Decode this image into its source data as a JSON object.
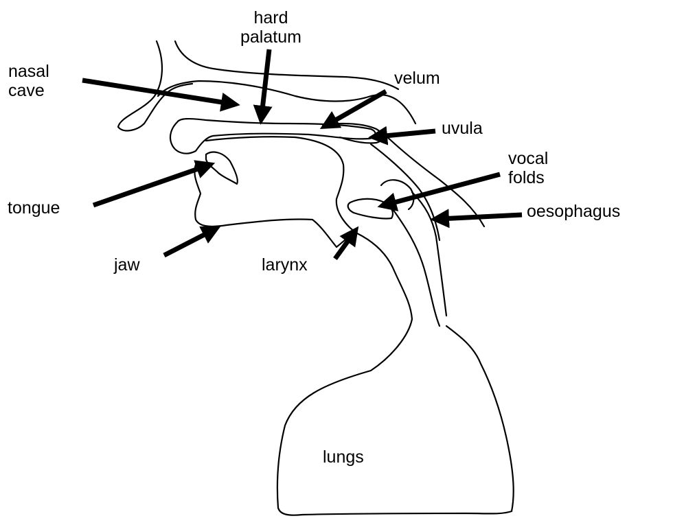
{
  "labels": {
    "hard_palatum": [
      "hard",
      "palatum"
    ],
    "nasal_cave": [
      "nasal",
      "cave"
    ],
    "velum": "velum",
    "uvula": "uvula",
    "vocal_folds": [
      "vocal",
      "folds"
    ],
    "tongue": "tongue",
    "oesophagus": "oesophagus",
    "jaw": "jaw",
    "larynx": "larynx",
    "lungs": "lungs"
  },
  "colors": {
    "line": "#000000",
    "background": "#ffffff"
  }
}
